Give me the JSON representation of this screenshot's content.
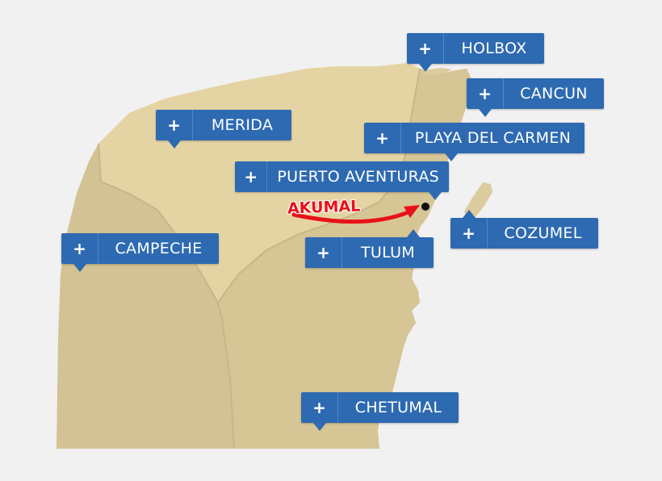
{
  "map": {
    "colors": {
      "background": "#f1f1f1",
      "yucatan_state": "#e5d4a3",
      "other_land": "#d9c89a",
      "borders": "#c9b888",
      "pin": "#2e6ab1",
      "pin_text": "#ffffff",
      "akumal_label": "#e8111a",
      "akumal_dot": "#111111"
    },
    "pins": [
      {
        "id": "holbox",
        "plus": "+",
        "label": "HOLBOX",
        "tail": "down"
      },
      {
        "id": "cancun",
        "plus": "+",
        "label": "CANCUN",
        "tail": "down"
      },
      {
        "id": "merida",
        "plus": "+",
        "label": "MERIDA",
        "tail": "down"
      },
      {
        "id": "playa",
        "plus": "+",
        "label": "PLAYA DEL CARMEN",
        "tail": "down"
      },
      {
        "id": "puerto",
        "plus": "+",
        "label": "PUERTO AVENTURAS",
        "tail": "down"
      },
      {
        "id": "cozumel",
        "plus": "+",
        "label": "COZUMEL",
        "tail": "up"
      },
      {
        "id": "tulum",
        "plus": "+",
        "label": "TULUM",
        "tail": "up"
      },
      {
        "id": "campeche",
        "plus": "+",
        "label": "CAMPECHE",
        "tail": "down"
      },
      {
        "id": "chetumal",
        "plus": "+",
        "label": "CHETUMAL",
        "tail": "down"
      }
    ],
    "highlight": {
      "label": "AKUMAL",
      "icon": "red-arrow-icon"
    }
  }
}
